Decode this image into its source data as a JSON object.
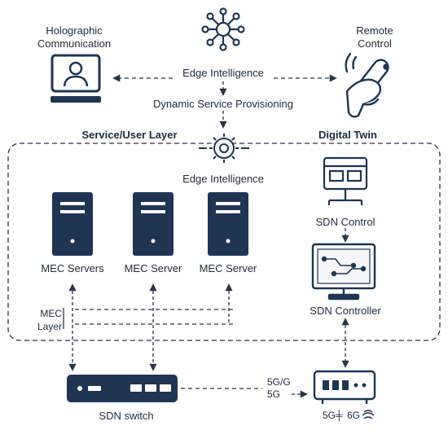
{
  "labels": {
    "holographic_line1": "Holographic",
    "holographic_line2": "Communication",
    "remote_line1": "Remote",
    "remote_line2": "Control",
    "edge_top": "Edge Intelligence",
    "dynamic_service": "Dynamic Service Provisioning",
    "service_user_layer": "Service/User Layer",
    "digital_twin": "Digital Twin",
    "edge_inner": "Edge Intelligence",
    "mec_servers": "MEC Servers",
    "mec_server_2": "MEC Server",
    "mec_server_3": "MEC Server",
    "sdn_control": "SDN Control",
    "sdn_controller": "SDN Controller",
    "mec_layer_line1": "MEC",
    "mec_layer_line2": "Layer",
    "sdn_switch": "SDN switch",
    "link_5g_g": "5G/G",
    "link_5g": "5G",
    "bottom_5g": "5G",
    "bottom_6g": "6G"
  },
  "colors": {
    "navy": "#1f3552",
    "line": "#2b3440",
    "panel": "#f5f7fa"
  },
  "icons": [
    "network-hub-icon",
    "user-monitor-icon",
    "remote-hand-icon",
    "gear-chip-icon",
    "server-icon",
    "control-panel-icon",
    "monitor-circuit-icon",
    "switch-icon",
    "router-icon"
  ]
}
